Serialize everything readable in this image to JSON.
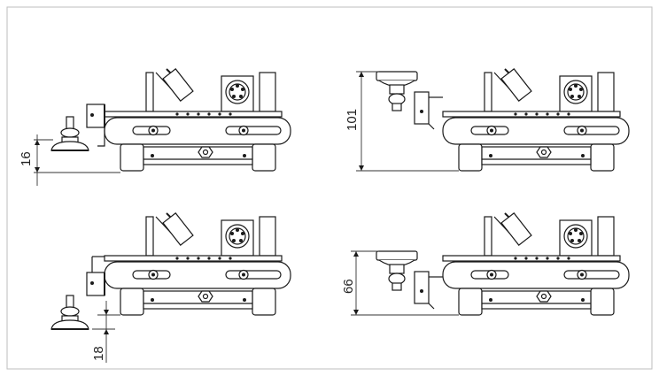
{
  "panels": [
    {
      "id": "top-left",
      "dimension": "16"
    },
    {
      "id": "top-right",
      "dimension": "101"
    },
    {
      "id": "bottom-left",
      "dimension": "18"
    },
    {
      "id": "bottom-right",
      "dimension": "66"
    }
  ],
  "colors": {
    "line": "#1a1a1a",
    "frame": "#bdbdbd",
    "background": "#ffffff"
  }
}
